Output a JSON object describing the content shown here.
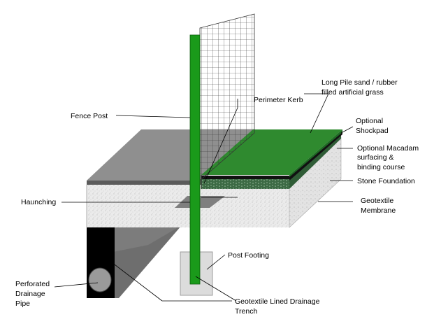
{
  "labels": {
    "long_pile_line1": "Long Pile sand / rubber",
    "long_pile_line2": "filled artificial grass",
    "perimeter_kerb": "Perimeter Kerb",
    "fence_post": "Fence Post",
    "optional_shockpad_line1": "Optional",
    "optional_shockpad_line2": "Shockpad",
    "macadam_line1": "Optional Macadam",
    "macadam_line2": "surfacing &",
    "macadam_line3": "binding course",
    "stone_foundation": "Stone Foundation",
    "haunching": "Haunching",
    "geotextile_membrane_line1": "Geotextile",
    "geotextile_membrane_line2": "Membrane",
    "post_footing": "Post Footing",
    "perforated_pipe_line1": "Perforated",
    "perforated_pipe_line2": "Drainage",
    "perforated_pipe_line3": "Pipe",
    "trench_line1": "Geotextile Lined Drainage",
    "trench_line2": "Trench"
  },
  "colors": {
    "grass": "#2f8a2f",
    "grass_edge": "#1f6a24",
    "fence_post": "#1a9a1a",
    "mesh": "#333333",
    "slab_top": "#8f8f8f",
    "slab_dark": "#5a5a5a",
    "stone": "#e8e8e8",
    "trench": "#6f6f6f",
    "pipe_box": "#000000",
    "footing": "#dcdcdc"
  }
}
